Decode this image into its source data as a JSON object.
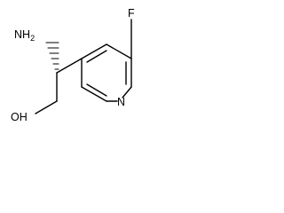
{
  "structure": {
    "atoms": {
      "amine": "NH2",
      "hydroxyl": "OH",
      "fluorine": "F",
      "ring_nitrogen": "N"
    },
    "stereocenter_wedge": "hashed",
    "colors": {
      "bond": "#000000",
      "label": "#000000",
      "background": "#ffffff"
    }
  }
}
